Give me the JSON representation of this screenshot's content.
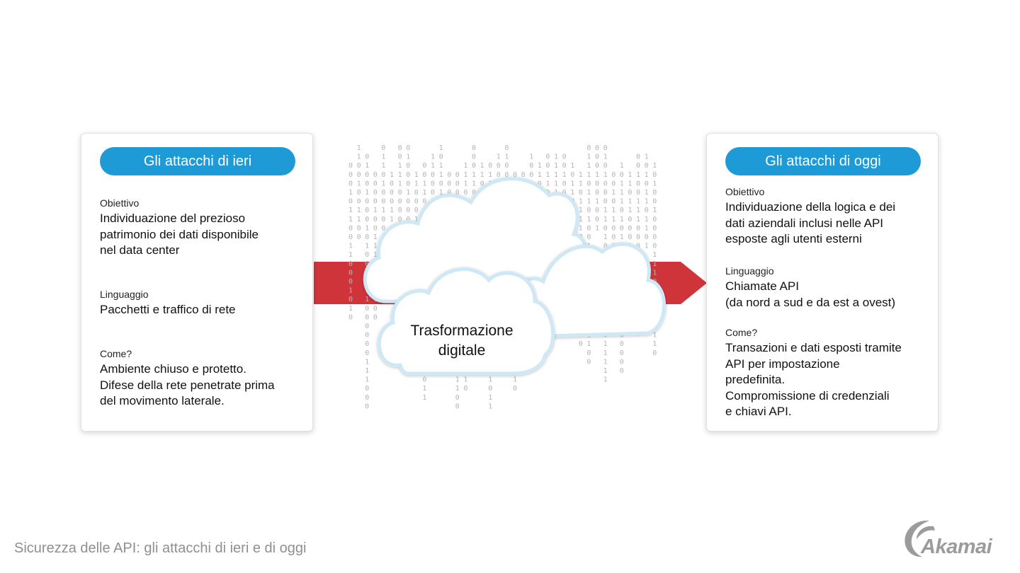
{
  "left_card": {
    "title": "Gli attacchi di ieri",
    "objective_label": "Obiettivo",
    "objective_lines": [
      "Individuazione del prezioso",
      "patrimonio dei dati disponibile",
      "nel data center"
    ],
    "language_label": "Linguaggio",
    "language_lines": [
      "Pacchetti e traffico di rete"
    ],
    "how_label": "Come?",
    "how_lines": [
      "Ambiente chiuso e protetto.",
      "Difese della rete penetrate prima",
      "del movimento laterale."
    ]
  },
  "right_card": {
    "title": "Gli attacchi di oggi",
    "objective_label": "Obiettivo",
    "objective_lines": [
      "Individuazione della logica e dei",
      "dati aziendali inclusi nelle API",
      "esposte agli utenti esterni"
    ],
    "language_label": "Linguaggio",
    "language_lines": [
      "Chiamate API",
      "(da nord a sud e da est a ovest)"
    ],
    "how_label": "Come?",
    "how_lines": [
      "Transazioni e dati esposti tramite",
      "API per impostazione",
      "predefinita.",
      "Compromissione di credenziali",
      "e chiavi API."
    ]
  },
  "center": {
    "cloud_label_lines": [
      "Trasformazione",
      "digitale"
    ]
  },
  "footer": {
    "title": "Sicurezza delle API: gli attacchi di ieri e di oggi"
  },
  "logo": {
    "text": "Akamai"
  },
  "colors": {
    "pill_blue": "#1e9ad6",
    "arrow_red": "#d0343b",
    "cloud_outline": "#cfe8f6",
    "binary_gray": "#b4b4b4",
    "footer_gray": "#8f8f8f"
  }
}
